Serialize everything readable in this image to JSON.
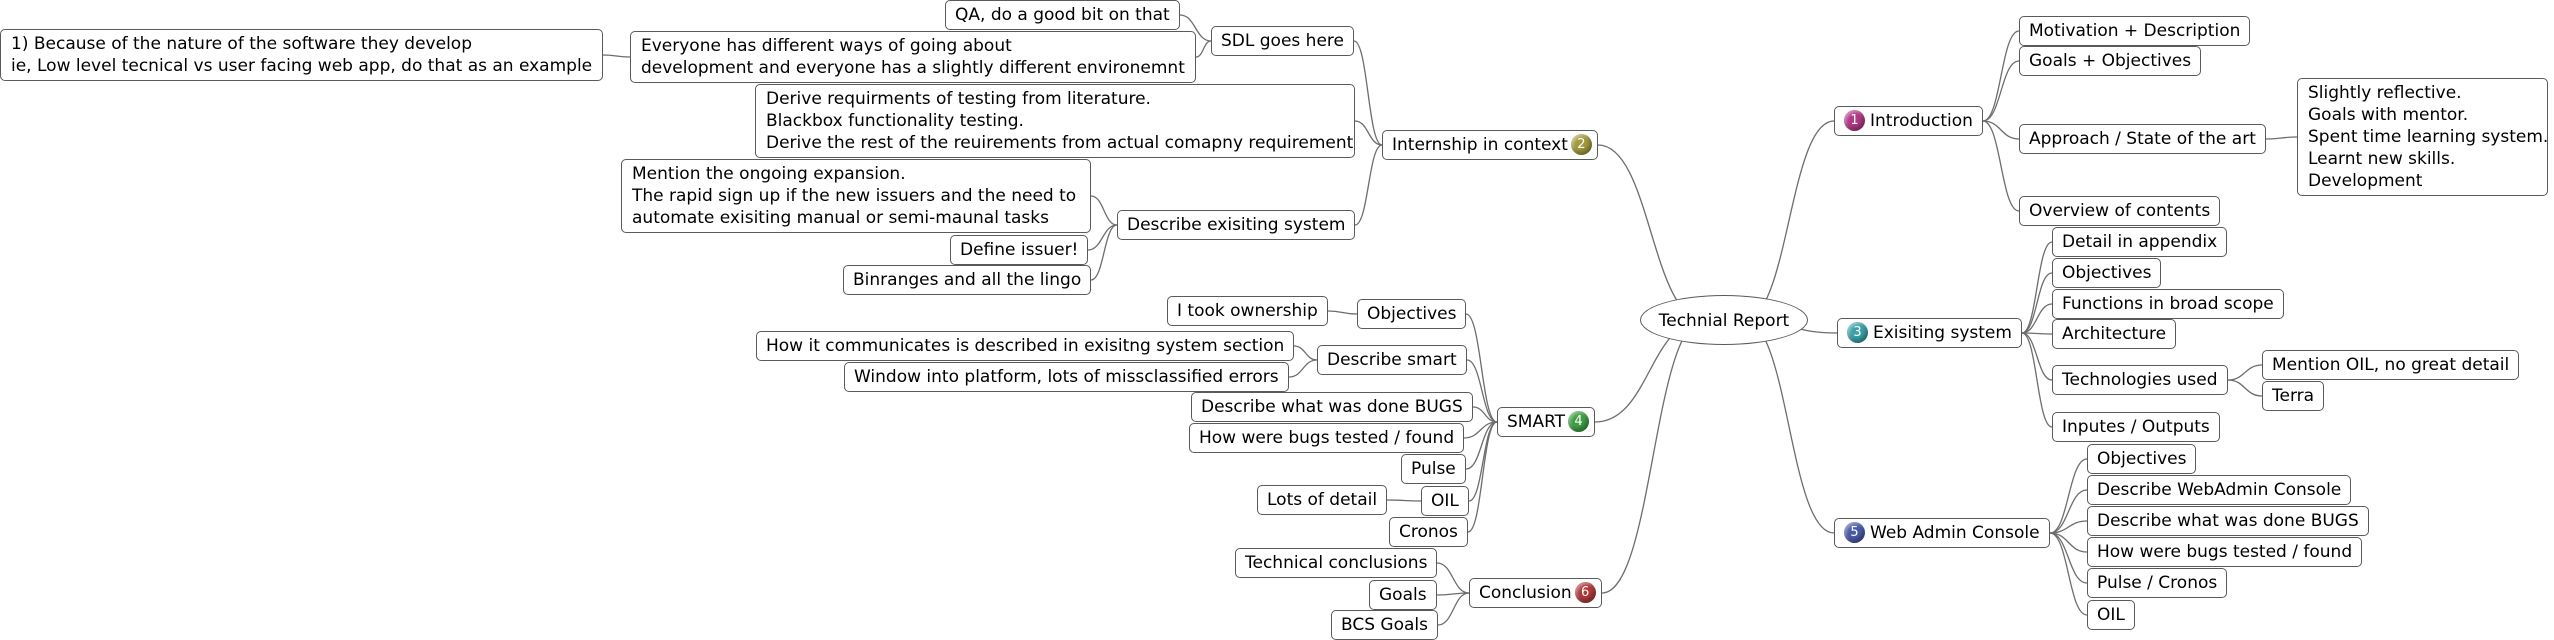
{
  "root": {
    "label": "Technial Report"
  },
  "badge_colors": {
    "1": "#b03a84",
    "2": "#a09a3c",
    "3": "#3aa2a8",
    "4": "#3f9e45",
    "5": "#4a5aa8",
    "6": "#b03a3a"
  },
  "topics": {
    "introduction": {
      "label": "Introduction",
      "number": "1",
      "children": {
        "motivation": "Motivation + Description",
        "goals": "Goals + Objectives",
        "approach": "Approach / State of the art",
        "overview": "Overview of contents"
      },
      "approach_notes": [
        "Slightly reflective.",
        "Goals with mentor.",
        "Spent time learning system.",
        "Learnt new skills.",
        "Development"
      ]
    },
    "existing_system": {
      "label": "Exisiting system",
      "number": "3",
      "children": {
        "detail": "Detail in appendix",
        "objectives": "Objectives",
        "functions": "Functions in broad scope",
        "architecture": "Architecture",
        "technologies": "Technologies used",
        "inputs": "Inputes / Outputs"
      },
      "technologies_children": {
        "oil": "Mention OIL, no great detail",
        "terra": "Terra"
      }
    },
    "web_admin": {
      "label": "Web Admin Console",
      "number": "5",
      "children": {
        "objectives": "Objectives",
        "describe": "Describe WebAdmin Console",
        "bugs_done": "Describe what was done BUGS",
        "bugs_tested": "How were bugs tested / found",
        "pulse": "Pulse / Cronos",
        "oil": "OIL"
      }
    },
    "internship": {
      "label": "Internship in context",
      "number": "2",
      "sdl": {
        "label": "SDL goes here",
        "qa": "QA, do a good bit on that"
      },
      "everyone": [
        "Everyone has different ways of going about",
        "development and everyone has a slightly different environemnt"
      ],
      "because": [
        "1) Because of the nature of the software they develop",
        "ie, Low level tecnical vs user facing web app, do that as an example"
      ],
      "derive": [
        "Derive requirments of testing from literature.",
        "Blackbox functionality testing.",
        "Derive the rest of the reuirements from actual comapny requirement"
      ],
      "describe_existing": {
        "label": "Describe exisiting system",
        "mention": [
          "Mention the ongoing expansion.",
          "The rapid sign up if the new issuers and the need to",
          "automate exisiting manual or semi-maunal tasks"
        ],
        "define_issuer": "Define issuer!",
        "binranges": "Binranges and all the lingo"
      }
    },
    "smart": {
      "label": "SMART",
      "number": "4",
      "objectives": {
        "label": "Objectives",
        "ownership": "I took ownership"
      },
      "describe_smart": {
        "label": "Describe smart",
        "communicates": "How it communicates is described in exisitng system section",
        "window": "Window into platform, lots of missclassified errors"
      },
      "bugs_done": "Describe what was done BUGS",
      "bugs_tested": "How were bugs tested / found",
      "pulse": "Pulse",
      "oil": {
        "label": "OIL",
        "detail": "Lots of detail"
      },
      "cronos": "Cronos"
    },
    "conclusion": {
      "label": "Conclusion",
      "number": "6",
      "technical": "Technical conclusions",
      "goals": "Goals",
      "bcs": "BCS Goals"
    }
  }
}
